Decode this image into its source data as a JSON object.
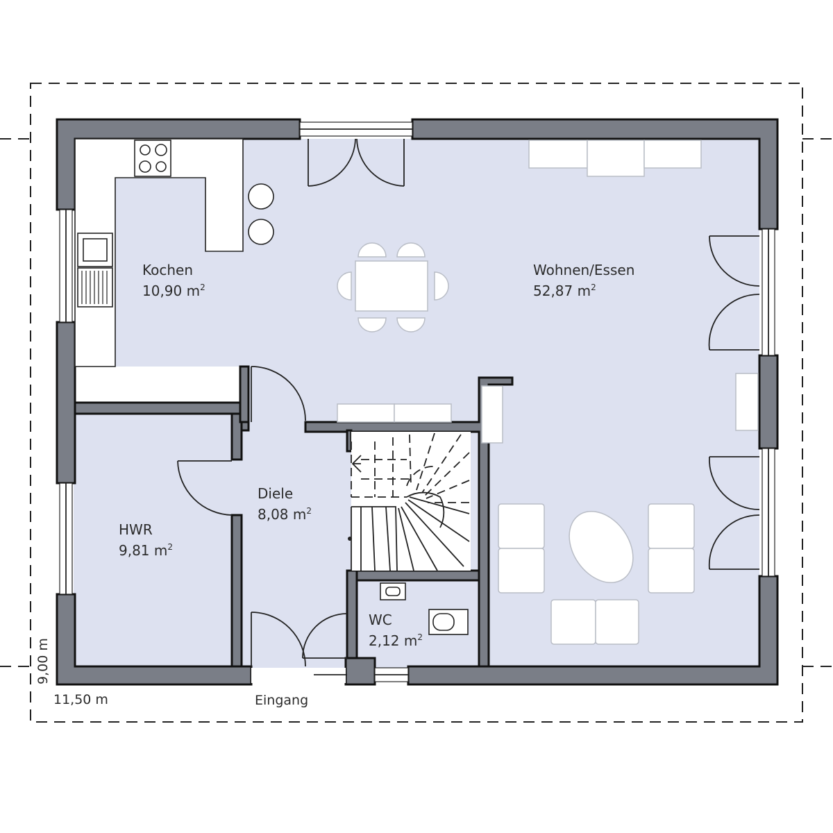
{
  "rooms": {
    "kochen": {
      "name": "Kochen",
      "area": "10,90 m",
      "sup": "2"
    },
    "wohnen": {
      "name": "Wohnen/Essen",
      "area": "52,87 m",
      "sup": "2"
    },
    "diele": {
      "name": "Diele",
      "area": "8,08 m",
      "sup": "2"
    },
    "hwr": {
      "name": "HWR",
      "area": "9,81 m",
      "sup": "2"
    },
    "wc": {
      "name": "WC",
      "area": "2,12 m",
      "sup": "2"
    }
  },
  "dimensions": {
    "width": "11,50 m",
    "depth": "9,00 m"
  },
  "entrance": "Eingang",
  "colors": {
    "wall": "#7a7e87",
    "floor": "#dde1f0",
    "furniture": "#ffffff"
  }
}
